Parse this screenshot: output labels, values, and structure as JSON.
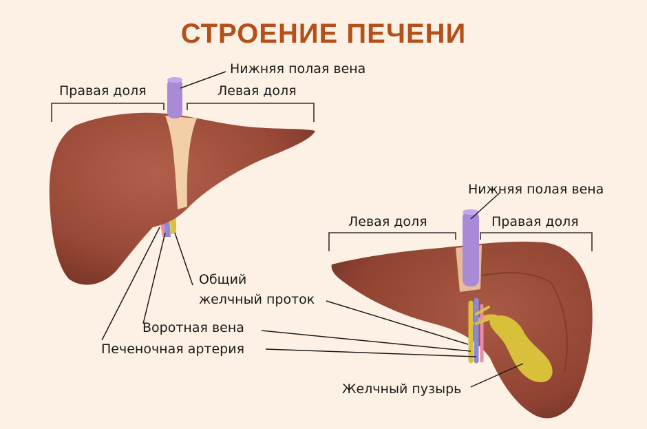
{
  "title": "СТРОЕНИЕ ПЕЧЕНИ",
  "colors": {
    "background": "#fcf1e4",
    "title": "#b5501a",
    "liver": "#9a4a38",
    "liver_dark": "#7d3a2c",
    "ligament": "#f3cfa8",
    "vena_cava": "#a98ad6",
    "portal_vein": "#8a8ad8",
    "hepatic_artery": "#ee8aa6",
    "bile_duct": "#d9c23e",
    "gallbladder": "#d8c03a"
  },
  "front_view": {
    "label_right_lobe": "Правая доля",
    "label_left_lobe": "Левая доля",
    "label_ivc": "Нижняя полая вена",
    "label_bile_duct_line1": "Общий",
    "label_bile_duct_line2": "желчный проток",
    "label_portal_vein": "Воротная вена",
    "label_hepatic_artery": "Печеночная артерия"
  },
  "back_view": {
    "label_ivc": "Нижняя полая вена",
    "label_left_lobe": "Левая доля",
    "label_right_lobe": "Правая доля",
    "label_gallbladder": "Желчный пузырь"
  }
}
